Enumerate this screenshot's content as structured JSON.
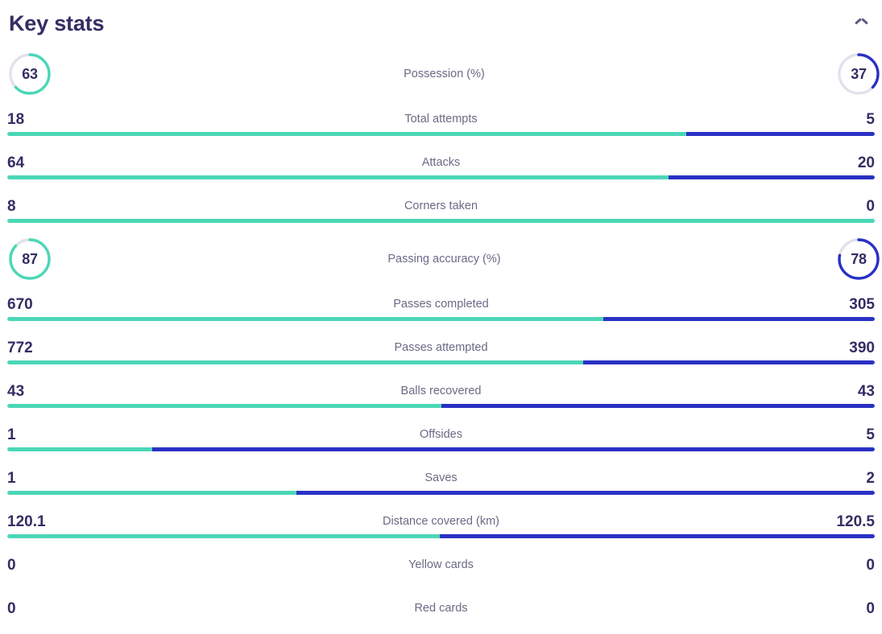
{
  "header": {
    "title": "Key stats",
    "collapse_icon": "chevron-up-icon"
  },
  "colors": {
    "home": "#4bd7b6",
    "away": "#2a31c4",
    "track": "#e2e2ec",
    "value_text": "#332e63",
    "label_text": "#6a6a86"
  },
  "chart_data": {
    "type": "bar",
    "title": "Key stats",
    "orientation": "horizontal-diverging",
    "series": [
      {
        "name": "home",
        "color": "#4bd7b6"
      },
      {
        "name": "away",
        "color": "#2a31c4"
      }
    ],
    "rows": [
      {
        "label": "Possession (%)",
        "home": "63",
        "away": "37",
        "home_num": 63,
        "away_num": 37,
        "style": "donut",
        "home_pct": 63,
        "away_pct": 37
      },
      {
        "label": "Total attempts",
        "home": "18",
        "away": "5",
        "home_num": 18,
        "away_num": 5,
        "style": "bar",
        "home_pct": 78.3,
        "away_pct": 21.7
      },
      {
        "label": "Attacks",
        "home": "64",
        "away": "20",
        "home_num": 64,
        "away_num": 20,
        "style": "bar",
        "home_pct": 76.2,
        "away_pct": 23.8
      },
      {
        "label": "Corners taken",
        "home": "8",
        "away": "0",
        "home_num": 8,
        "away_num": 0,
        "style": "bar",
        "home_pct": 100,
        "away_pct": 0
      },
      {
        "label": "Passing accuracy (%)",
        "home": "87",
        "away": "78",
        "home_num": 87,
        "away_num": 78,
        "style": "donut",
        "home_pct": 87,
        "away_pct": 78
      },
      {
        "label": "Passes completed",
        "home": "670",
        "away": "305",
        "home_num": 670,
        "away_num": 305,
        "style": "bar",
        "home_pct": 68.7,
        "away_pct": 31.3
      },
      {
        "label": "Passes attempted",
        "home": "772",
        "away": "390",
        "home_num": 772,
        "away_num": 390,
        "style": "bar",
        "home_pct": 66.4,
        "away_pct": 33.6
      },
      {
        "label": "Balls recovered",
        "home": "43",
        "away": "43",
        "home_num": 43,
        "away_num": 43,
        "style": "bar",
        "home_pct": 50,
        "away_pct": 50
      },
      {
        "label": "Offsides",
        "home": "1",
        "away": "5",
        "home_num": 1,
        "away_num": 5,
        "style": "bar",
        "home_pct": 16.7,
        "away_pct": 83.3
      },
      {
        "label": "Saves",
        "home": "1",
        "away": "2",
        "home_num": 1,
        "away_num": 2,
        "style": "bar",
        "home_pct": 33.3,
        "away_pct": 66.7
      },
      {
        "label": "Distance covered (km)",
        "home": "120.1",
        "away": "120.5",
        "home_num": 120.1,
        "away_num": 120.5,
        "style": "bar",
        "home_pct": 49.9,
        "away_pct": 50.1
      },
      {
        "label": "Yellow cards",
        "home": "0",
        "away": "0",
        "home_num": 0,
        "away_num": 0,
        "style": "none",
        "home_pct": 0,
        "away_pct": 0
      },
      {
        "label": "Red cards",
        "home": "0",
        "away": "0",
        "home_num": 0,
        "away_num": 0,
        "style": "none",
        "home_pct": 0,
        "away_pct": 0
      }
    ]
  }
}
